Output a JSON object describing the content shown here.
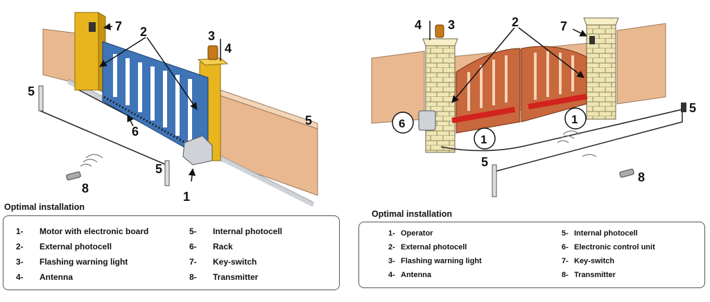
{
  "left": {
    "callouts": [
      "7",
      "2",
      "3",
      "4",
      "5",
      "6",
      "5",
      "5",
      "8",
      "1"
    ],
    "heading": "Optimal installation",
    "legend": [
      {
        "num": "1-",
        "label": "Motor with electronic board"
      },
      {
        "num": "2-",
        "label": "External photocell"
      },
      {
        "num": "3-",
        "label": "Flashing warning light"
      },
      {
        "num": "4-",
        "label": "Antenna"
      },
      {
        "num": "5-",
        "label": "Internal photocell"
      },
      {
        "num": "6-",
        "label": "Rack"
      },
      {
        "num": "7-",
        "label": "Key-switch"
      },
      {
        "num": "8-",
        "label": "Transmitter"
      }
    ]
  },
  "right": {
    "callouts": [
      "4",
      "3",
      "2",
      "7",
      "6",
      "1",
      "1",
      "5",
      "5",
      "8"
    ],
    "heading": "Optimal installation",
    "legend": [
      {
        "num": "1-",
        "label": "Operator"
      },
      {
        "num": "2-",
        "label": "External photocell"
      },
      {
        "num": "3-",
        "label": "Flashing warning light"
      },
      {
        "num": "4-",
        "label": "Antenna"
      },
      {
        "num": "5-",
        "label": "Internal photocell"
      },
      {
        "num": "6-",
        "label": "Electronic control unit"
      },
      {
        "num": "7-",
        "label": "Key-switch"
      },
      {
        "num": "8-",
        "label": "Transmitter"
      }
    ]
  },
  "colors": {
    "sliding_gate": "#3f74b6",
    "yellow_post": "#e8b51e",
    "wall": "#e9b88f",
    "swing_gate": "#c9683c",
    "stone_pillar": "#efe6b4",
    "motor_arm": "#d2231e"
  }
}
